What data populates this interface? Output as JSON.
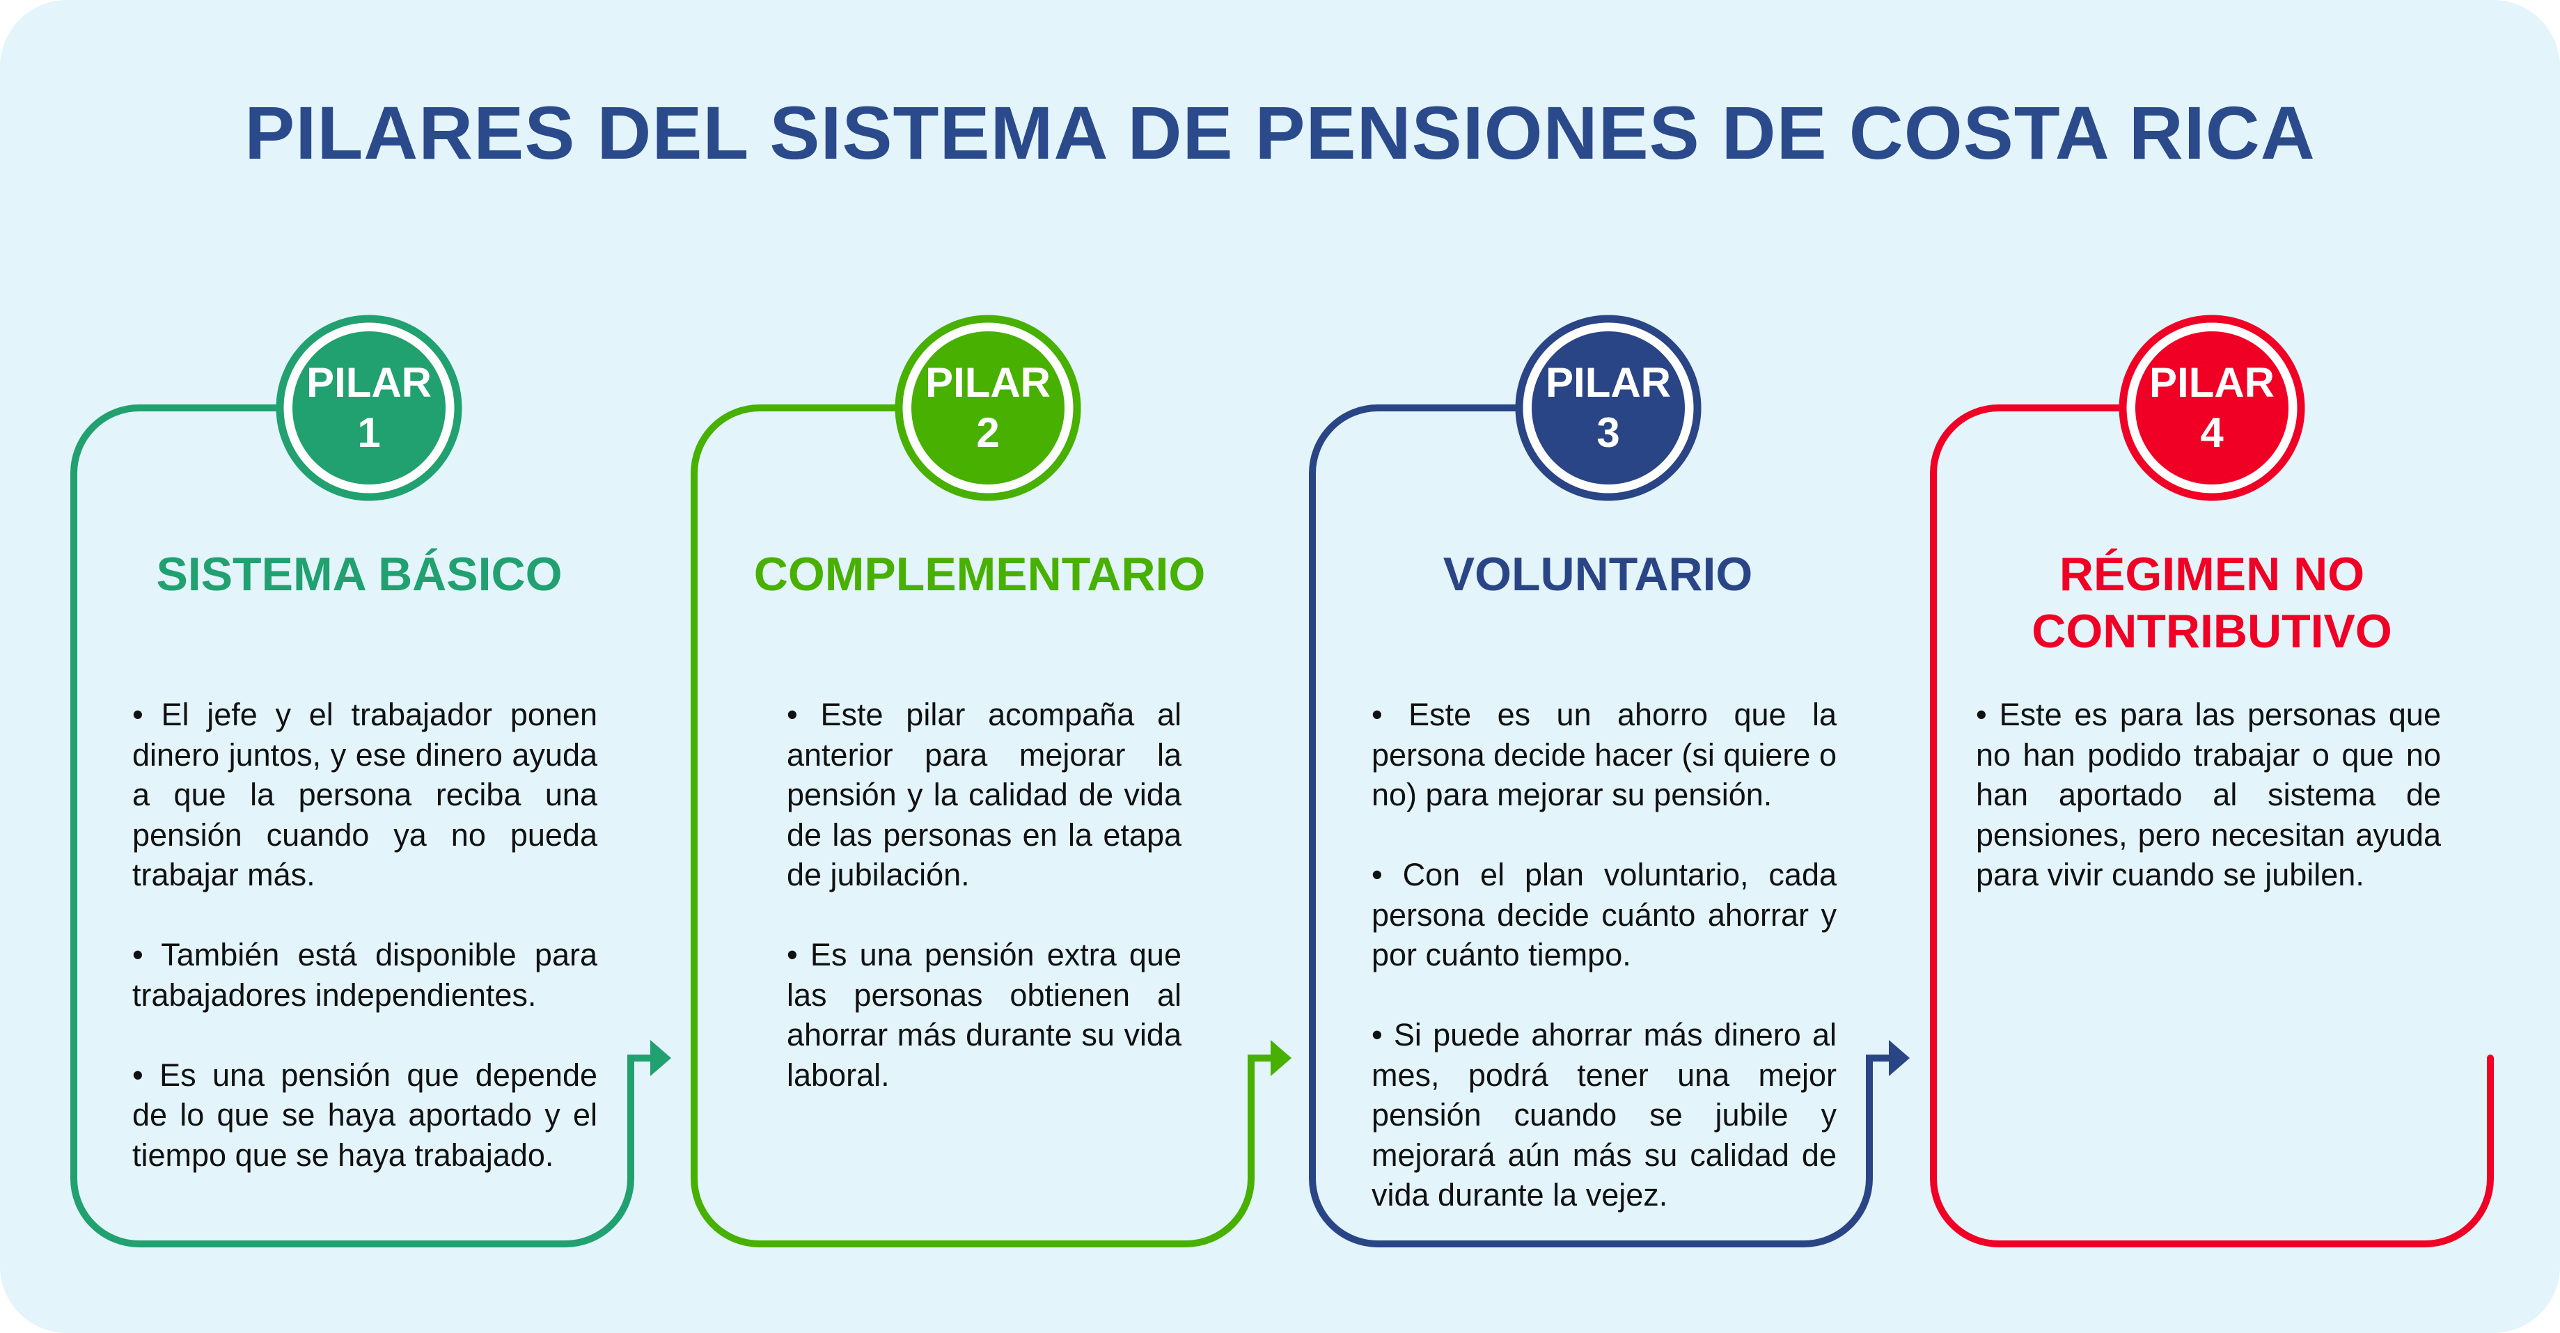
{
  "title": "PILARES DEL SISTEMA DE PENSIONES DE COSTA RICA",
  "pillars": [
    {
      "badge_label": "PILAR",
      "number": "1",
      "heading": "SISTEMA BÁSICO",
      "color": "#21a070",
      "bullets": [
        "• El jefe y el trabajador ponen dinero juntos, y ese dinero ayuda a que la persona reciba una pensión cuando ya no pueda trabajar más.",
        "• También está disponible para trabajadores independientes.",
        "• Es una pensión que depende de lo que se haya aportado y el tiempo que se haya trabajado."
      ]
    },
    {
      "badge_label": "PILAR",
      "number": "2",
      "heading": "COMPLEMENTARIO",
      "color": "#47b000",
      "bullets": [
        "• Este pilar acompaña al anterior para mejorar la pensión y la calidad de vida de las personas en la etapa de jubilación.",
        "• Es una pensión extra que las personas obtienen al ahorrar más durante su vida laboral."
      ]
    },
    {
      "badge_label": "PILAR",
      "number": "3",
      "heading": "VOLUNTARIO",
      "color": "#2a4585",
      "bullets": [
        "• Este es un ahorro que la persona decide hacer (si quiere o no) para mejorar su pensión.",
        "• Con el plan voluntario, cada persona decide cuánto ahorrar y por cuánto tiempo.",
        "• Si puede ahorrar más dinero al mes, podrá tener una mejor pensión cuando se jubile y mejorará aún más su calidad de vida durante la vejez."
      ]
    },
    {
      "badge_label": "PILAR",
      "number": "4",
      "heading": "RÉGIMEN NO CONTRIBUTIVO",
      "color": "#f00024",
      "bullets": [
        "• Este es para las personas que no han podido trabajar o que no han aportado al sistema de pensiones, pero necesitan ayuda para vivir cuando se jubilen."
      ]
    }
  ]
}
